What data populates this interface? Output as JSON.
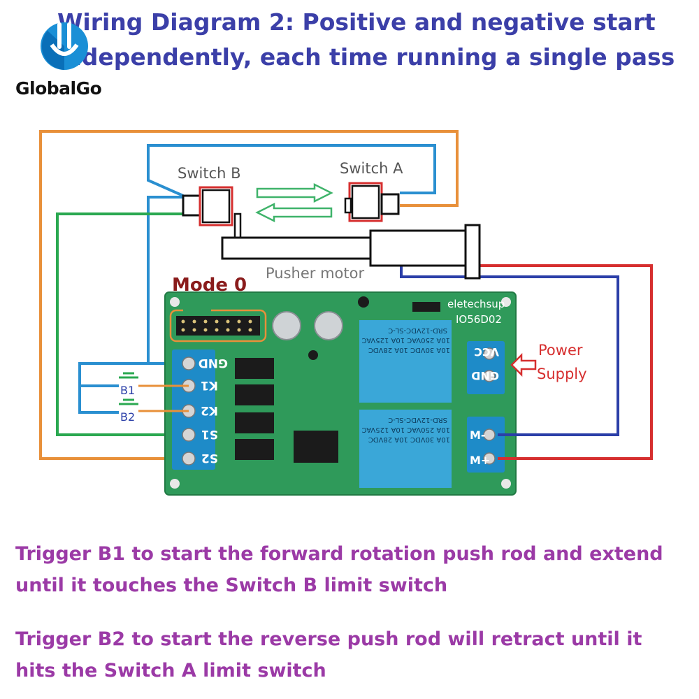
{
  "header": {
    "title_line1": "Wiring Diagram 2: Positive and negative start",
    "title_line2": "independently, each time running a single pass"
  },
  "logo": {
    "brand": "GlobalGo",
    "mark": "globalgo-logo-icon"
  },
  "labels": {
    "switch_b": "Switch B",
    "switch_a": "Switch A",
    "pusher_motor": "Pusher motor",
    "mode": "Mode 0",
    "power_line1": "Power",
    "power_line2": "Supply",
    "b1": "B1",
    "b2": "B2"
  },
  "board": {
    "brand": "eletechsup",
    "model": "IO56D02",
    "left_terminals": [
      "GND",
      "K1",
      "K2",
      "S1",
      "S2"
    ],
    "right_power_terminals": [
      "VCC",
      "GND"
    ],
    "right_motor_terminals": [
      "M-",
      "M+"
    ],
    "relay_model": "SRD-12VDC-SL-C",
    "relay_rating_1": "10A 250VAC  10A 125VAC",
    "relay_rating_2": "10A 30VDC  10A 28VDC"
  },
  "captions": {
    "c1_line1": "Trigger B1 to start the forward rotation push rod and extend",
    "c1_line2": "until it touches the Switch B limit switch",
    "c2_line1": "Trigger B2 to start the reverse push rod will retract until it",
    "c2_line2": "hits the Switch A limit switch"
  },
  "colors": {
    "orange_wire": "#e8903a",
    "blue_wire": "#2a8fd0",
    "green_wire": "#2aa850",
    "red_wire": "#d62f2f",
    "navy_wire": "#2b3fa8",
    "board_green": "#2f9a5a",
    "terminal_blue": "#1e8bc8",
    "relay_blue": "#3aa7d8",
    "title": "#3b3fa8",
    "caption": "#9b3aa6"
  }
}
